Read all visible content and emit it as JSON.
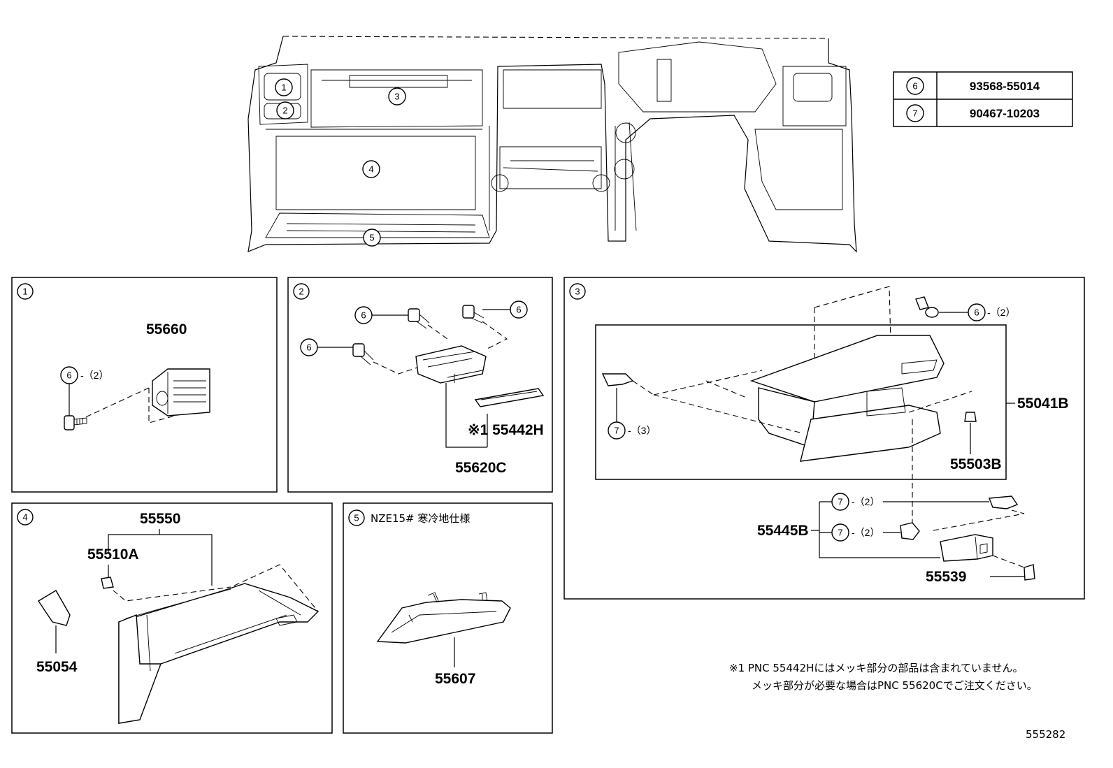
{
  "table": [
    {
      "ref": "6",
      "part": "93568-55014"
    },
    {
      "ref": "7",
      "part": "90467-10203"
    }
  ],
  "overview": {
    "callouts": [
      "1",
      "2",
      "3",
      "4",
      "5"
    ]
  },
  "panels": {
    "p1": {
      "num": "1",
      "label_55660": "55660",
      "qty": "-（2）",
      "screw_ref": "6"
    },
    "p2": {
      "num": "2",
      "ref": "6",
      "label_55442h": "※1 55442H",
      "label_55620c": "55620C"
    },
    "p3": {
      "num": "3",
      "ref6": "6",
      "ref7": "7",
      "qty2": "-（2）",
      "qty3": "-（3）",
      "label_55041b": "55041B",
      "label_55503b": "55503B",
      "label_55445b": "55445B",
      "label_55539": "55539"
    },
    "p4": {
      "num": "4",
      "label_55550": "55550",
      "label_55510a": "55510A",
      "label_55054": "55054"
    },
    "p5": {
      "num": "5",
      "title": "NZE15# 寒冷地仕様",
      "label_55607": "55607"
    }
  },
  "note": {
    "line1": "※1 PNC 55442Hにはメッキ部分の部品は含まれていません。",
    "line2": "メッキ部分が必要な場合はPNC 55620Cでご注文ください。"
  },
  "diagram_id": "555282"
}
